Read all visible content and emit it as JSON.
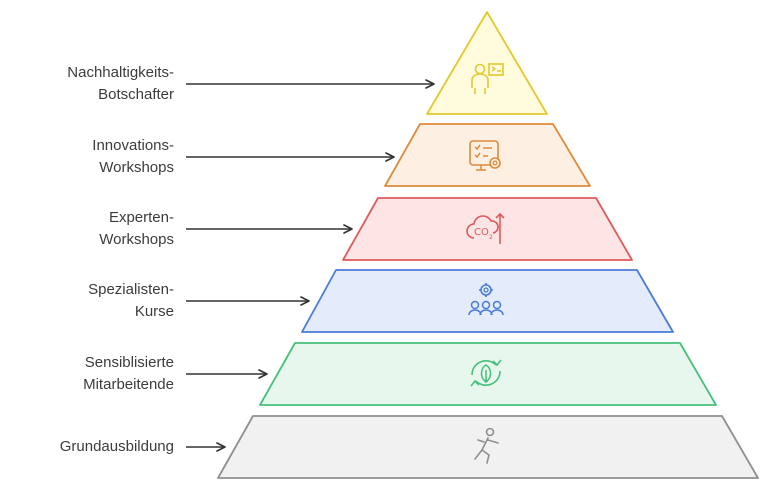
{
  "levels": [
    {
      "id": "nachhaltigkeits-botschafter",
      "lines": [
        "Nachhaltigkeits-",
        "Botschafter"
      ],
      "icon": "presenter-icon",
      "fill": "#fffbdc",
      "stroke": "#e2c92c"
    },
    {
      "id": "innovations-workshops",
      "lines": [
        "Innovations-",
        "Workshops"
      ],
      "icon": "checklist-gear-icon",
      "fill": "#fdf0e3",
      "stroke": "#de8a3a"
    },
    {
      "id": "experten-workshops",
      "lines": [
        "Experten-",
        "Workshops"
      ],
      "icon": "co2-cloud-arrow-icon",
      "fill": "#fde5e5",
      "stroke": "#de5a5a"
    },
    {
      "id": "spezialisten-kurse",
      "lines": [
        "Spezialisten-",
        "Kurse"
      ],
      "icon": "gear-group-icon",
      "fill": "#e4ecfc",
      "stroke": "#4a7bd8"
    },
    {
      "id": "sensiblisierte-mitarbeitende",
      "lines": [
        "Sensiblisierte",
        "Mitarbeitende"
      ],
      "icon": "recycle-leaf-icon",
      "fill": "#e8f7ee",
      "stroke": "#45c07a"
    },
    {
      "id": "grundausbildung",
      "lines": [
        "Grundausbildung"
      ],
      "icon": "running-person-icon",
      "fill": "#f1f1f1",
      "stroke": "#8f8f8f"
    }
  ]
}
